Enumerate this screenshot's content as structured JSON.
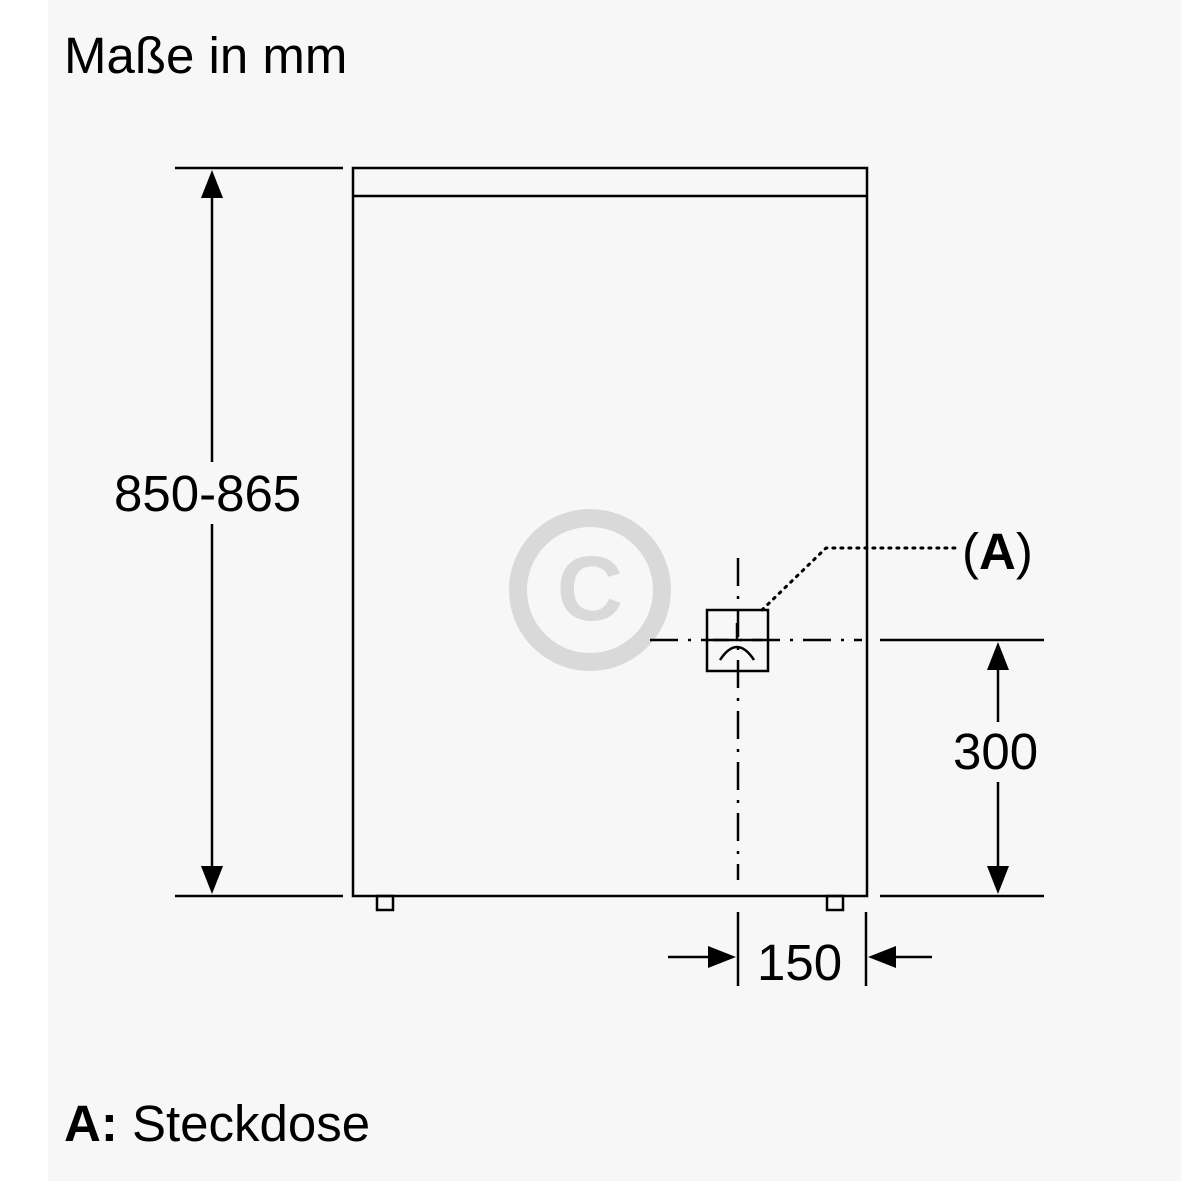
{
  "title": "Maße in mm",
  "dimensions": {
    "height": "850-865",
    "outlet_height": "300",
    "outlet_offset": "150"
  },
  "callout": {
    "open": "(",
    "letter": "A",
    "close": ")"
  },
  "legend": {
    "key": "A:",
    "text": "Steckdose"
  },
  "colors": {
    "line": "#000000",
    "background": "#f7f7f7",
    "watermark": "#d9d9d9"
  },
  "watermark_icon": "copyright-icon"
}
